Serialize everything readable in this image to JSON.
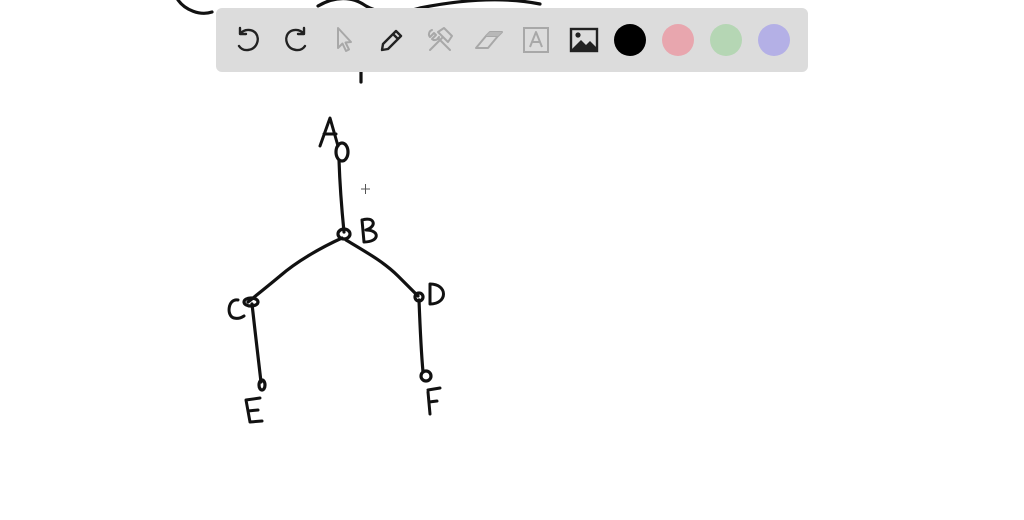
{
  "toolbar": {
    "tools": [
      {
        "name": "undo",
        "icon": "undo-icon",
        "enabled": true
      },
      {
        "name": "redo",
        "icon": "redo-icon",
        "enabled": true
      },
      {
        "name": "select",
        "icon": "pointer-icon",
        "enabled": false
      },
      {
        "name": "pen",
        "icon": "pencil-icon",
        "enabled": true
      },
      {
        "name": "tools",
        "icon": "hammer-wrench-icon",
        "enabled": false
      },
      {
        "name": "eraser",
        "icon": "eraser-icon",
        "enabled": false
      },
      {
        "name": "text",
        "icon": "text-box-icon",
        "enabled": false
      },
      {
        "name": "image",
        "icon": "image-icon",
        "enabled": true
      }
    ],
    "colors": [
      "#000000",
      "#e8a6ae",
      "#b5d6b4",
      "#b4b0e6"
    ],
    "enabled_color": "#222222",
    "disabled_color": "#a8a8a8",
    "selected_color": "#000000"
  },
  "drawing": {
    "node_labels": {
      "a": "A",
      "b": "B",
      "c": "C",
      "d": "D",
      "e": "E",
      "f": "F"
    },
    "ink_color": "#111111"
  }
}
